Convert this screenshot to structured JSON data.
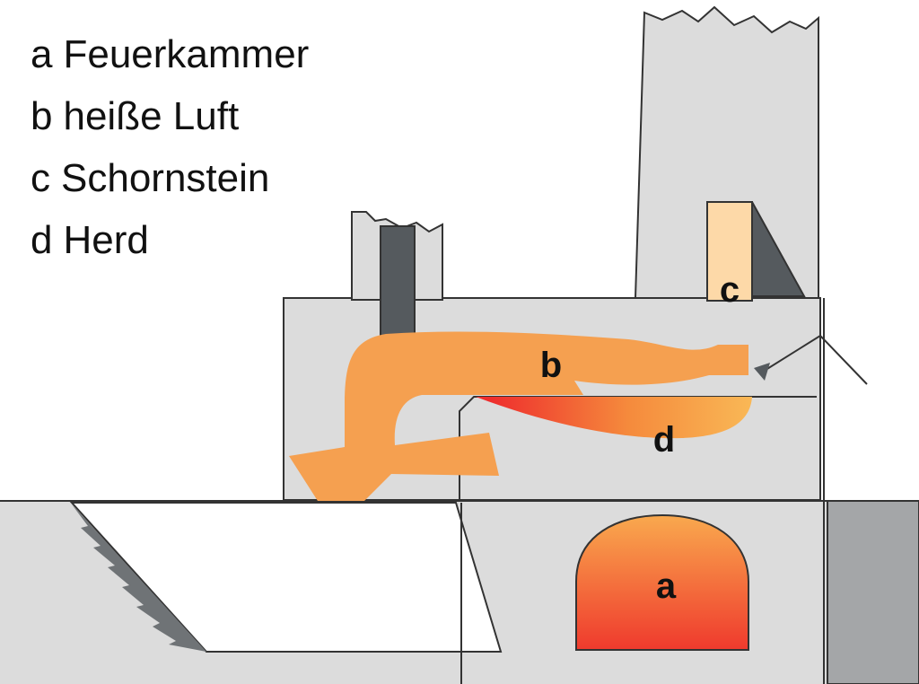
{
  "legend": [
    {
      "letter": "a",
      "text": "Feuerkammer"
    },
    {
      "letter": "b",
      "text": "heiße Luft"
    },
    {
      "letter": "c",
      "text": "Schornstein"
    },
    {
      "letter": "d",
      "text": "Herd"
    }
  ],
  "labels": {
    "a": "a",
    "b": "b",
    "c": "c",
    "d": "d"
  },
  "colors": {
    "wall": "#dcdcdc",
    "wall_dark": "#a4a6a8",
    "outline": "#333333",
    "hot_air": "#f5a050",
    "fire_top": "#f9a94e",
    "fire_bottom": "#ef3a2d",
    "chimney_flue": "#fdd9a8",
    "shadow": "#555a5e"
  }
}
